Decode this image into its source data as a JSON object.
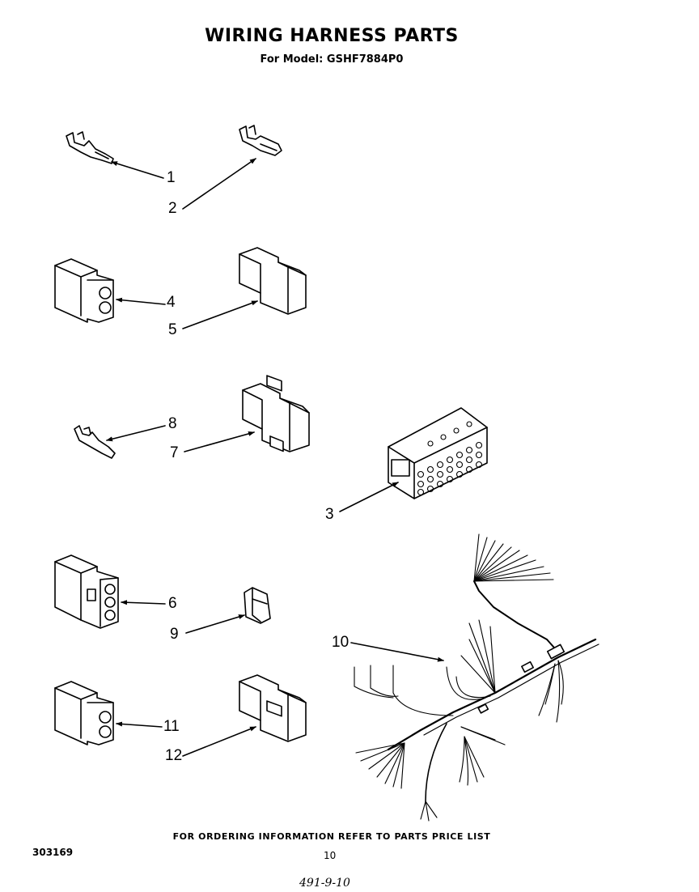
{
  "header": {
    "title": "WIRING HARNESS PARTS",
    "subtitle": "For Model: GSHF7884P0"
  },
  "callouts": {
    "c1": "1",
    "c2": "2",
    "c3": "3",
    "c4": "4",
    "c5": "5",
    "c6": "6",
    "c7": "7",
    "c8": "8",
    "c9": "9",
    "c10": "10",
    "c11": "11",
    "c12": "12"
  },
  "footer": {
    "note": "FOR ORDERING INFORMATION REFER TO PARTS PRICE LIST",
    "doc_number": "303169",
    "page_number": "10",
    "handwritten": "491-9-10"
  }
}
